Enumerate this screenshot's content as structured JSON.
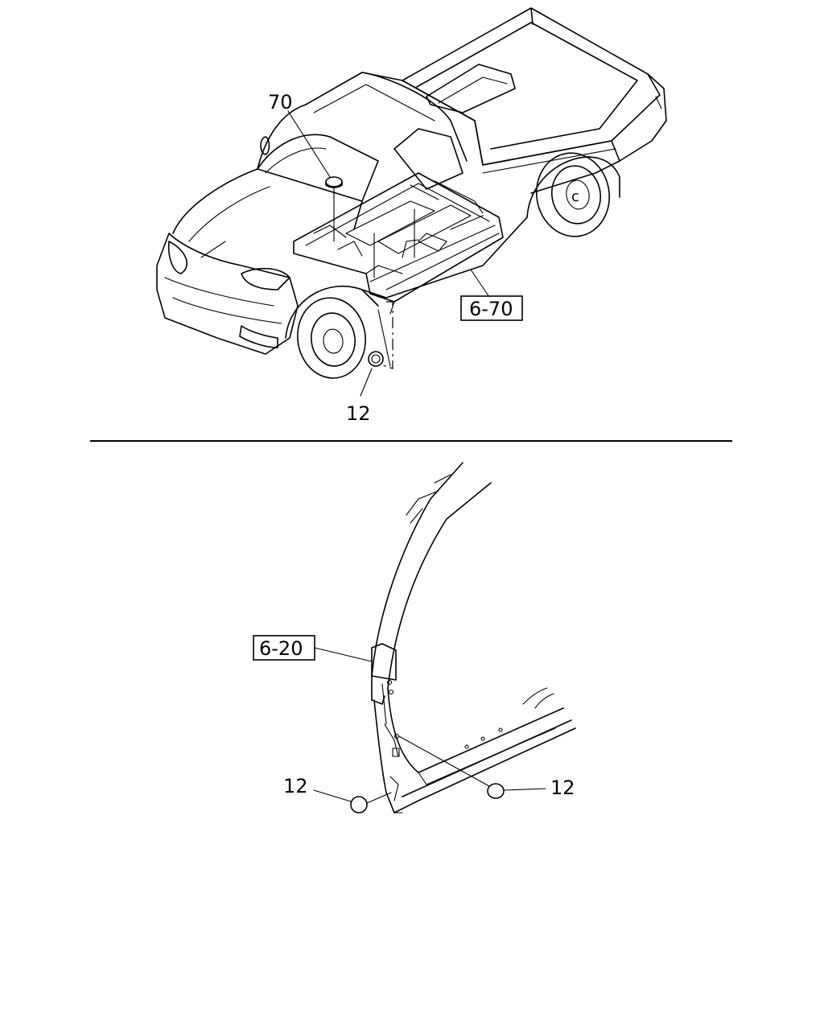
{
  "callouts": {
    "top_part_70": "70",
    "top_ref_box": "6-70",
    "top_part_12": "12",
    "bottom_ref_box": "6-20",
    "bottom_part_12_left": "12",
    "bottom_part_12_right": "12"
  }
}
